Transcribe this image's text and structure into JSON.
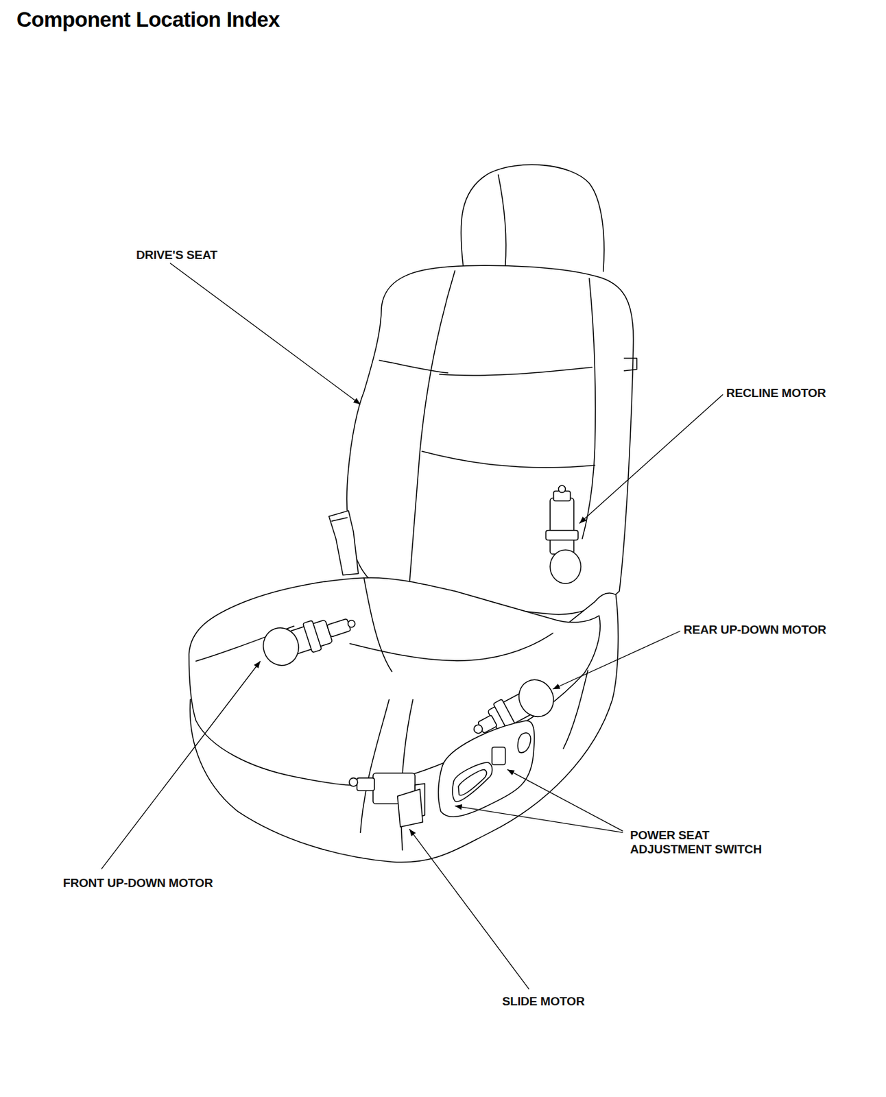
{
  "diagram": {
    "title": "Component Location Index",
    "labels": [
      "DRIVE'S SEAT",
      "RECLINE MOTOR",
      "REAR UP-DOWN MOTOR",
      "POWER SEAT ADJUSTMENT SWITCH",
      "FRONT UP-DOWN MOTOR",
      "SLIDE MOTOR"
    ]
  }
}
